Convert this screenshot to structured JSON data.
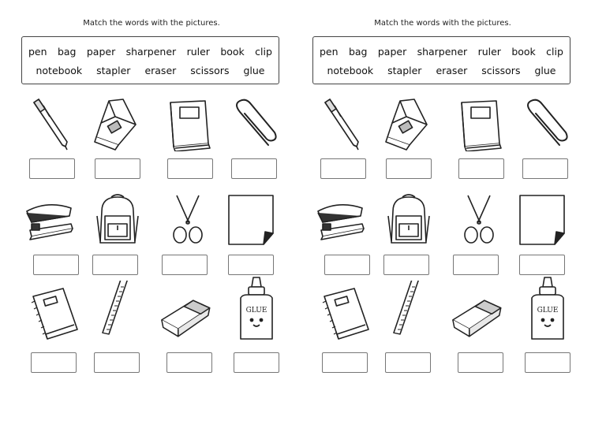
{
  "worksheet": {
    "instruction": "Match the words with the pictures.",
    "word_bank": {
      "row1": [
        "pen",
        "bag",
        "paper",
        "sharpener",
        "ruler",
        "book",
        "clip"
      ],
      "row2": [
        "notebook",
        "stapler",
        "eraser",
        "scissors",
        "glue"
      ]
    },
    "glue_label": "GLUE",
    "pictures": [
      "pen-icon",
      "sharpener-icon",
      "book-icon",
      "clip-icon",
      "stapler-icon",
      "bag-icon",
      "scissors-icon",
      "paper-icon",
      "notebook-icon",
      "ruler-icon",
      "eraser-icon",
      "glue-icon"
    ]
  }
}
